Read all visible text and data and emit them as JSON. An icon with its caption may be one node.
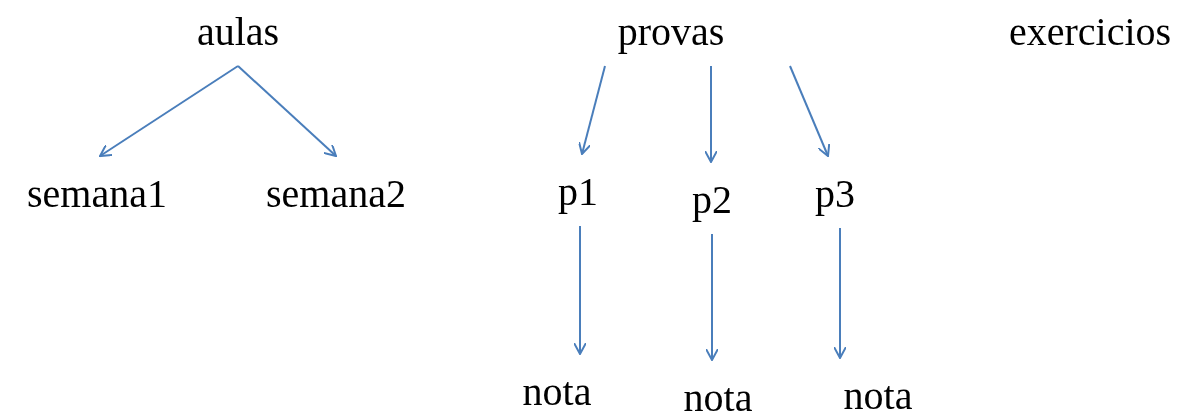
{
  "diagram": {
    "nodes": [
      {
        "text": [
          "aulas"
        ]
      },
      {
        "text": [
          "provas"
        ]
      },
      {
        "text": [
          "exercicios"
        ]
      },
      {
        "text": [
          "semana1"
        ]
      },
      {
        "text": [
          "semana2"
        ]
      },
      {
        "text": [
          "p1"
        ]
      },
      {
        "text": [
          "p2"
        ]
      },
      {
        "text": [
          "p3"
        ]
      },
      {
        "text": [
          "nota"
        ]
      },
      {
        "text": [
          "nota"
        ]
      },
      {
        "text": [
          "nota"
        ]
      }
    ],
    "edges": [
      {
        "from": 0,
        "to": 3,
        "arrow": "to"
      },
      {
        "from": 0,
        "to": 4,
        "arrow": "to"
      },
      {
        "from": 1,
        "to": 5,
        "arrow": "to"
      },
      {
        "from": 1,
        "to": 6,
        "arrow": "to"
      },
      {
        "from": 1,
        "to": 7,
        "arrow": "to"
      },
      {
        "from": 5,
        "to": 8,
        "arrow": "to"
      },
      {
        "from": 6,
        "to": 9,
        "arrow": "to"
      },
      {
        "from": 7,
        "to": 10,
        "arrow": "to"
      }
    ]
  }
}
